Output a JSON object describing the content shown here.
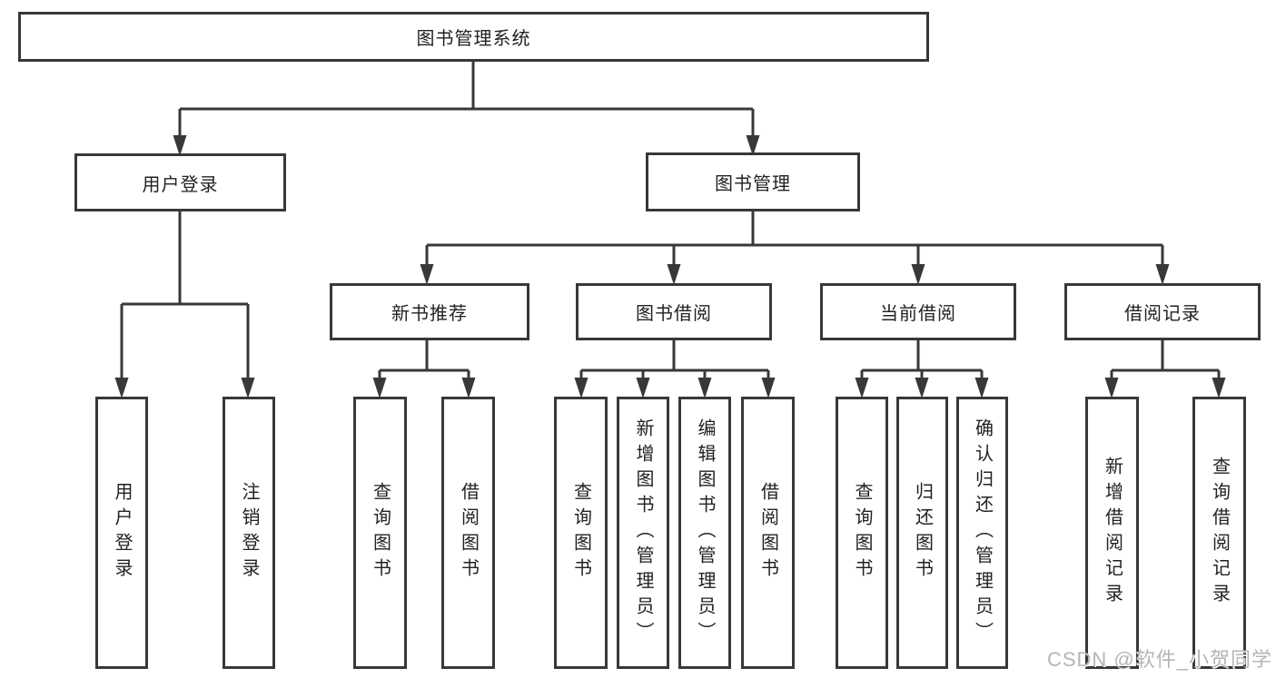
{
  "colors": {
    "line": "#383838",
    "text": "#222222",
    "background": "#ffffff",
    "watermark": "#b5b5b5"
  },
  "diagram": {
    "type": "tree-structure-chart",
    "root": {
      "label": "图书管理系统"
    },
    "level2": [
      {
        "label": "用户登录",
        "children": [
          {
            "label": "用户登录"
          },
          {
            "label": "注销登录"
          }
        ]
      },
      {
        "label": "图书管理",
        "children": [
          {
            "label": "新书推荐",
            "children": [
              {
                "label": "查询图书"
              },
              {
                "label": "借阅图书"
              }
            ]
          },
          {
            "label": "图书借阅",
            "children": [
              {
                "label": "查询图书"
              },
              {
                "label": "新增图书（管理员）"
              },
              {
                "label": "编辑图书（管理员）"
              },
              {
                "label": "借阅图书"
              }
            ]
          },
          {
            "label": "当前借阅",
            "children": [
              {
                "label": "查询图书"
              },
              {
                "label": "归还图书"
              },
              {
                "label": "确认归还（管理员）"
              }
            ]
          },
          {
            "label": "借阅记录",
            "children": [
              {
                "label": "新增借阅记录"
              },
              {
                "label": "查询借阅记录"
              }
            ]
          }
        ]
      }
    ]
  },
  "watermark": {
    "text": "CSDN @软件_小贺同学"
  }
}
